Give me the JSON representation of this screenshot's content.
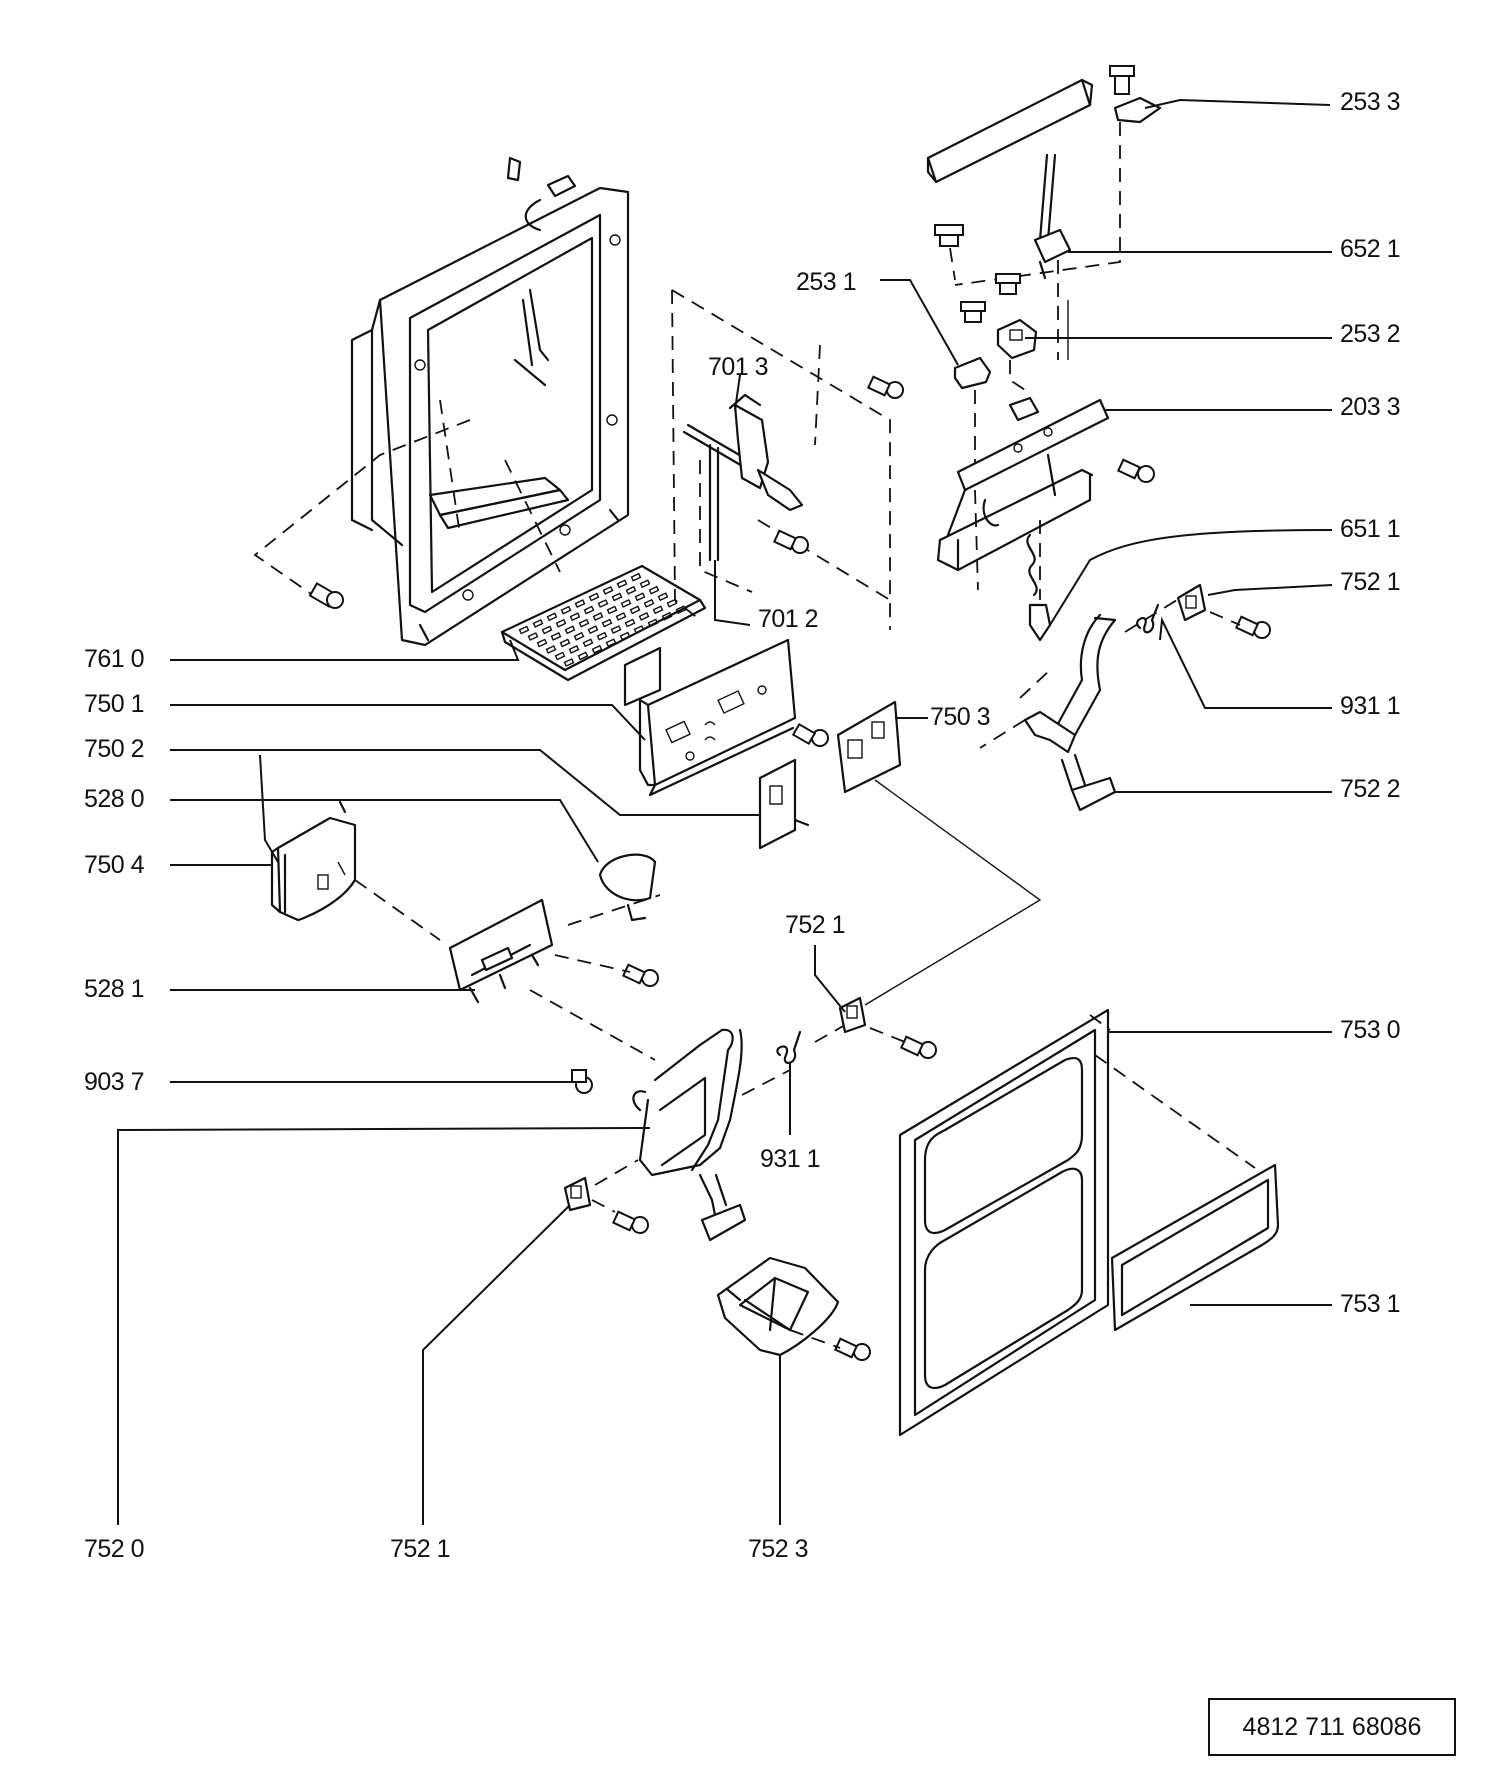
{
  "document_number": "4812 711 68086",
  "part_labels": {
    "p2533": "253 3",
    "p6521": "652 1",
    "p2531": "253 1",
    "p2532": "253 2",
    "p7013": "701 3",
    "p2033": "203 3",
    "p6511": "651 1",
    "p7521_top": "752 1",
    "p7012": "701 2",
    "p7610": "761 0",
    "p7501": "750 1",
    "p7503": "750 3",
    "p9311_right": "931 1",
    "p7502": "750 2",
    "p7522": "752 2",
    "p5280": "528 0",
    "p7504": "750 4",
    "p7521_mid": "752 1",
    "p5281": "528 1",
    "p7530": "753 0",
    "p9037": "903 7",
    "p9311_bottom": "931 1",
    "p7531": "753 1",
    "p7520": "752 0",
    "p7521_bottom": "752 1",
    "p7523": "752 3"
  }
}
